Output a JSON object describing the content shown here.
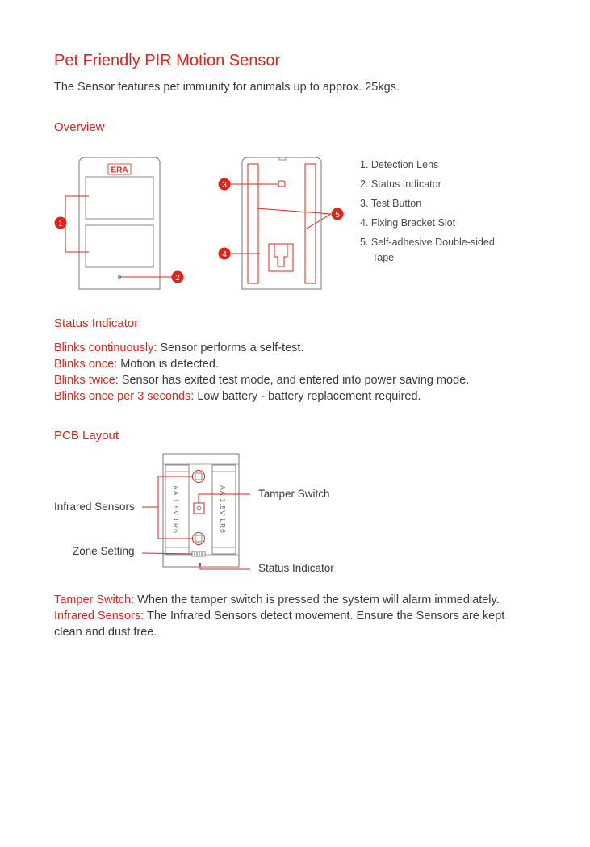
{
  "page": {
    "title": "Pet Friendly PIR Motion Sensor",
    "intro": "The Sensor features pet immunity for animals up to approx. 25kgs."
  },
  "overview": {
    "heading": "Overview",
    "device_logo": "ERA",
    "callouts": [
      "1",
      "2",
      "3",
      "4",
      "5"
    ],
    "legend": [
      {
        "text": "1. Detection Lens"
      },
      {
        "text": "2. Status Indicator"
      },
      {
        "text": "3. Test Button"
      },
      {
        "text": "4. Fixing Bracket Slot"
      },
      {
        "text": "5. Self-adhesive Double-sided",
        "cont": "Tape"
      }
    ]
  },
  "status_indicator": {
    "heading": "Status Indicator",
    "items": [
      {
        "label": "Blinks continuously:",
        "text": " Sensor performs a self-test."
      },
      {
        "label": "Blinks once:",
        "text": " Motion is detected."
      },
      {
        "label": "Blinks twice:",
        "text": " Sensor has exited test mode, and entered into power saving mode."
      },
      {
        "label": "Blinks once per 3 seconds:",
        "text": " Low battery - battery replacement required."
      }
    ]
  },
  "pcb": {
    "heading": "PCB Layout",
    "battery_label": "AA 1.5V LR6",
    "labels": {
      "infrared": "Infrared Sensors",
      "zone": "Zone Setting",
      "tamper": "Tamper Switch",
      "status": "Status Indicator"
    },
    "notes": [
      {
        "label": "Tamper Switch:",
        "text": " When the tamper switch is pressed the system will alarm immediately."
      },
      {
        "label": "Infrared Sensors:",
        "text": " The Infrared Sensors detect movement. Ensure the Sensors are kept"
      },
      {
        "label": "",
        "text": "clean and dust free."
      }
    ]
  },
  "colors": {
    "accent": "#e2231a",
    "text": "#3a3a3a",
    "line": "#555555"
  }
}
